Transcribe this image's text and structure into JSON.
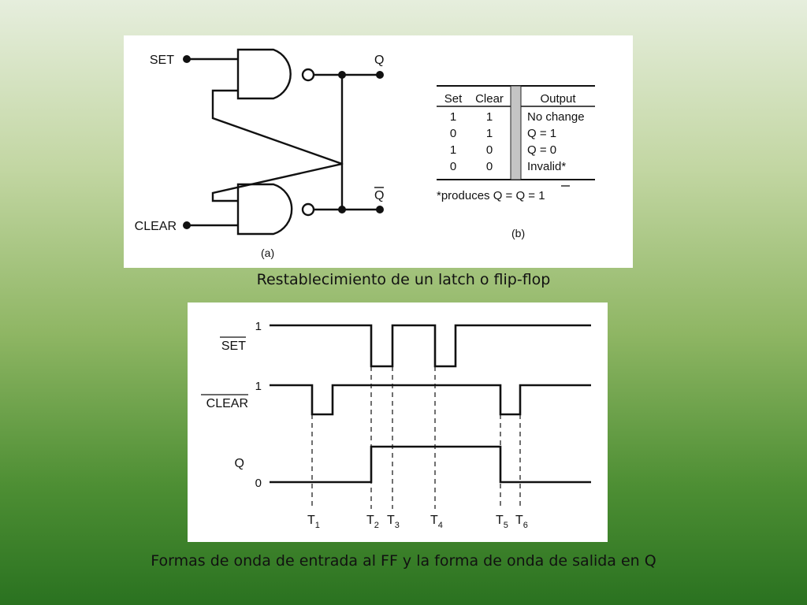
{
  "latch": {
    "inputs": {
      "set": "SET",
      "clear": "CLEAR"
    },
    "outputs": {
      "q": "Q",
      "qbar": "Q"
    },
    "sublabel_a": "(a)",
    "sublabel_b": "(b)",
    "table": {
      "headers": [
        "Set",
        "Clear",
        "Output"
      ],
      "rows": [
        [
          "1",
          "1",
          "No change"
        ],
        [
          "0",
          "1",
          "Q = 1"
        ],
        [
          "1",
          "0",
          "Q = 0"
        ],
        [
          "0",
          "0",
          "Invalid*"
        ]
      ],
      "footnote": "*produces Q = Q = 1"
    }
  },
  "captions": {
    "latch": "Restablecimiento de un latch o flip-flop",
    "waveform": "Formas de onda de entrada al FF y la forma de onda de salida en Q"
  },
  "waveform": {
    "signals": [
      {
        "name": "SET",
        "overbar": true,
        "level_label": "1"
      },
      {
        "name": "CLEAR",
        "overbar": true,
        "level_label": "1"
      },
      {
        "name": "Q",
        "overbar": false,
        "level_label": "0"
      }
    ],
    "time_markers": [
      {
        "label": "T",
        "sub": "1"
      },
      {
        "label": "T",
        "sub": "2"
      },
      {
        "label": "T",
        "sub": "3"
      },
      {
        "label": "T",
        "sub": "4"
      },
      {
        "label": "T",
        "sub": "5"
      },
      {
        "label": "T",
        "sub": "6"
      }
    ]
  }
}
